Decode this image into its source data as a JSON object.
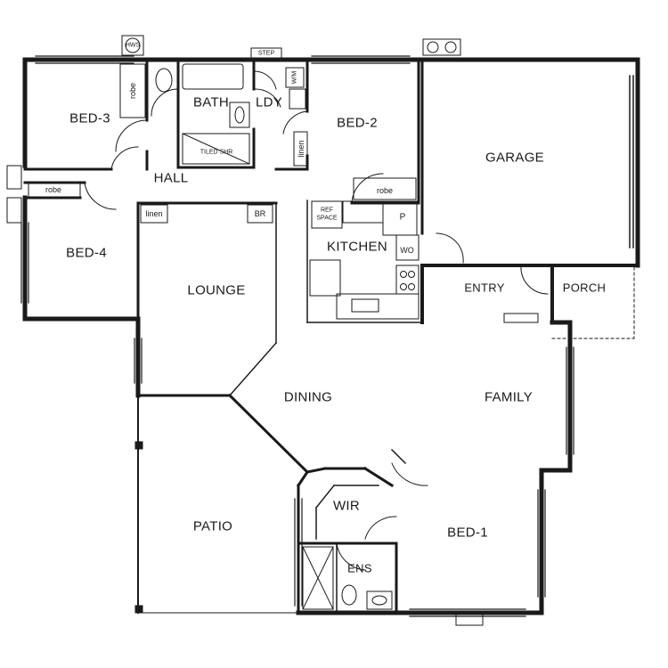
{
  "rooms": {
    "bed3": "BED-3",
    "bath": "BATH",
    "ldy": "LDY",
    "bed2": "BED-2",
    "garage": "GARAGE",
    "hall": "HALL",
    "bed4": "BED-4",
    "kitchen": "KITCHEN",
    "lounge": "LOUNGE",
    "entry": "ENTRY",
    "porch": "PORCH",
    "dining": "DINING",
    "family": "FAMILY",
    "patio": "PATIO",
    "wir": "WIR",
    "bed1": "BED-1",
    "ens": "ENS"
  },
  "fixtures": {
    "hws": "HWS",
    "step": "STEP",
    "wm": "W/M",
    "robe_bed3": "robe",
    "robe_bed4": "robe",
    "robe_bed2": "robe",
    "linen_ldy": "linen",
    "linen_hall": "linen",
    "br": "BR",
    "tiled_shr": "TILED SHR",
    "ref_space_1": "REF",
    "ref_space_2": "SPACE",
    "pantry": "P",
    "wo": "WO"
  },
  "colors": {
    "wall": "#1a1a1a",
    "background": "#ffffff"
  }
}
